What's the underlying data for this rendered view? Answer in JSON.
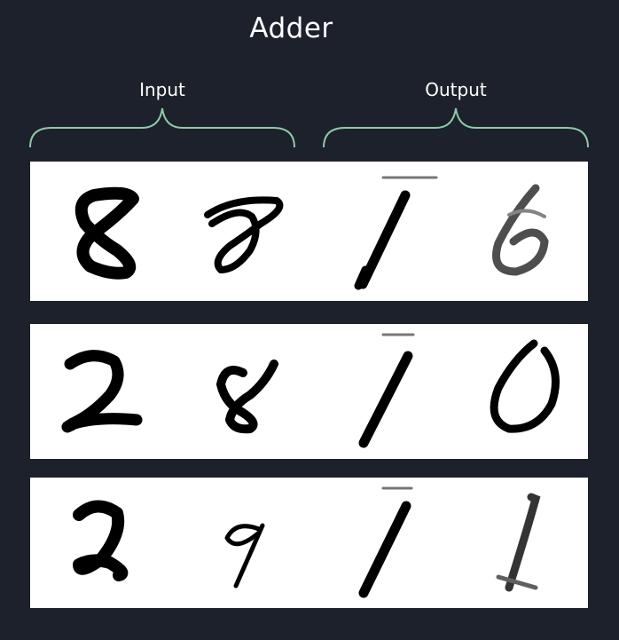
{
  "title": "Adder",
  "labels": {
    "input": "Input",
    "output": "Output"
  },
  "colors": {
    "background": "#1d212b",
    "brace": "#8fc9a7",
    "panel": "#ffffff",
    "ink": "#000000"
  },
  "rows": [
    {
      "inputs": [
        "8",
        "8"
      ],
      "outputs": [
        "1",
        "6"
      ]
    },
    {
      "inputs": [
        "2",
        "8"
      ],
      "outputs": [
        "1",
        "0"
      ]
    },
    {
      "inputs": [
        "2",
        "9"
      ],
      "outputs": [
        "1",
        "1"
      ]
    }
  ]
}
